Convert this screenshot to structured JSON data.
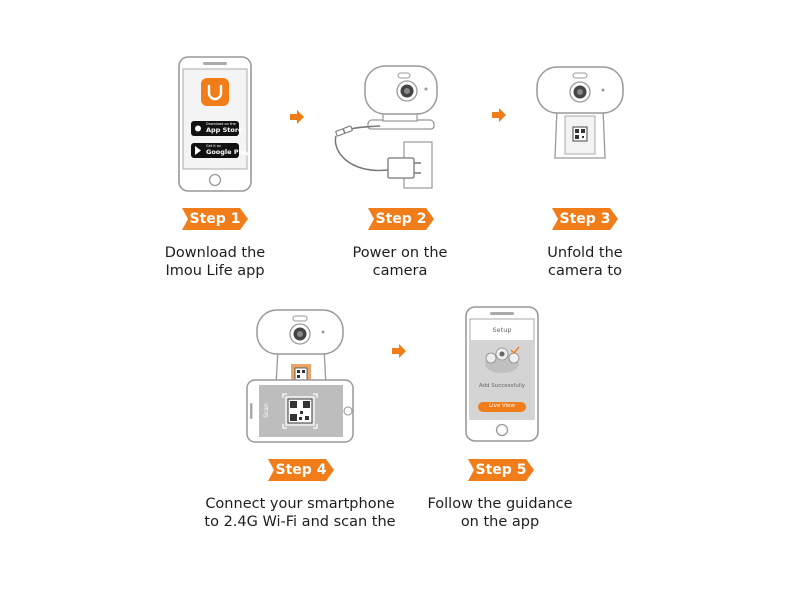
{
  "colors": {
    "accent": "#f07d1a",
    "outline": "#9a9a9a",
    "screen": "#bdbdbd"
  },
  "step1": {
    "label": "Step 1",
    "caption": [
      "Download the",
      "Imou Life app"
    ],
    "app_store": "App Store",
    "google_play": "Google Play",
    "app_store_small": "Download on the",
    "google_play_small": "Get it on"
  },
  "step2": {
    "label": "Step 2",
    "caption": [
      "Power on the",
      "camera"
    ]
  },
  "step3": {
    "label": "Step 3",
    "caption": [
      "Unfold the",
      "camera to"
    ]
  },
  "step4": {
    "label": "Step 4",
    "caption": [
      "Connect your smartphone",
      "to 2.4G Wi-Fi and scan the"
    ],
    "scan_text": "Scan"
  },
  "step5": {
    "label": "Step 5",
    "caption": [
      "Follow the guidance",
      "on the app"
    ],
    "setup_title": "Setup",
    "status": "Add Successfully",
    "button": "Live View"
  }
}
